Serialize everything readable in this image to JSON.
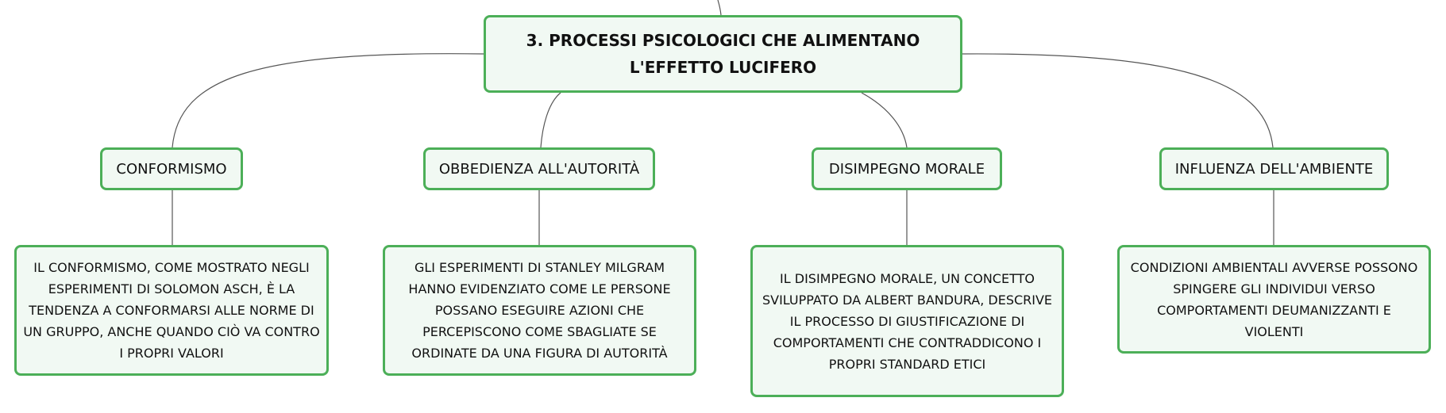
{
  "root": {
    "title": "3. PROCESSI PSICOLOGICI CHE ALIMENTANO L'EFFETTO LUCIFERO"
  },
  "branches": [
    {
      "label": "CONFORMISMO",
      "description": "IL CONFORMISMO, COME MOSTRATO NEGLI ESPERIMENTI DI SOLOMON ASCH, È LA TENDENZA A CONFORMARSI ALLE NORME DI UN GRUPPO, ANCHE QUANDO CIÒ VA CONTRO I PROPRI VALORI"
    },
    {
      "label": "OBBEDIENZA ALL'AUTORITÀ",
      "description": "GLI ESPERIMENTI DI STANLEY MILGRAM HANNO EVIDENZIATO COME LE PERSONE POSSANO ESEGUIRE AZIONI CHE PERCEPISCONO COME SBAGLIATE SE ORDINATE DA UNA FIGURA DI AUTORITÀ"
    },
    {
      "label": "DISIMPEGNO MORALE",
      "description": "IL DISIMPEGNO MORALE, UN CONCETTO SVILUPPATO DA ALBERT BANDURA, DESCRIVE IL PROCESSO DI GIUSTIFICAZIONE DI COMPORTAMENTI CHE CONTRADDICONO I PROPRI STANDARD ETICI"
    },
    {
      "label": "INFLUENZA DELL'AMBIENTE",
      "description": "CONDIZIONI AMBIENTALI AVVERSE POSSONO SPINGERE GLI INDIVIDUI VERSO COMPORTAMENTI DEUMANIZZANTI E VIOLENTI"
    }
  ],
  "colors": {
    "node_border": "#4caf58",
    "node_fill": "#f1f9f3",
    "connector": "#555555"
  }
}
